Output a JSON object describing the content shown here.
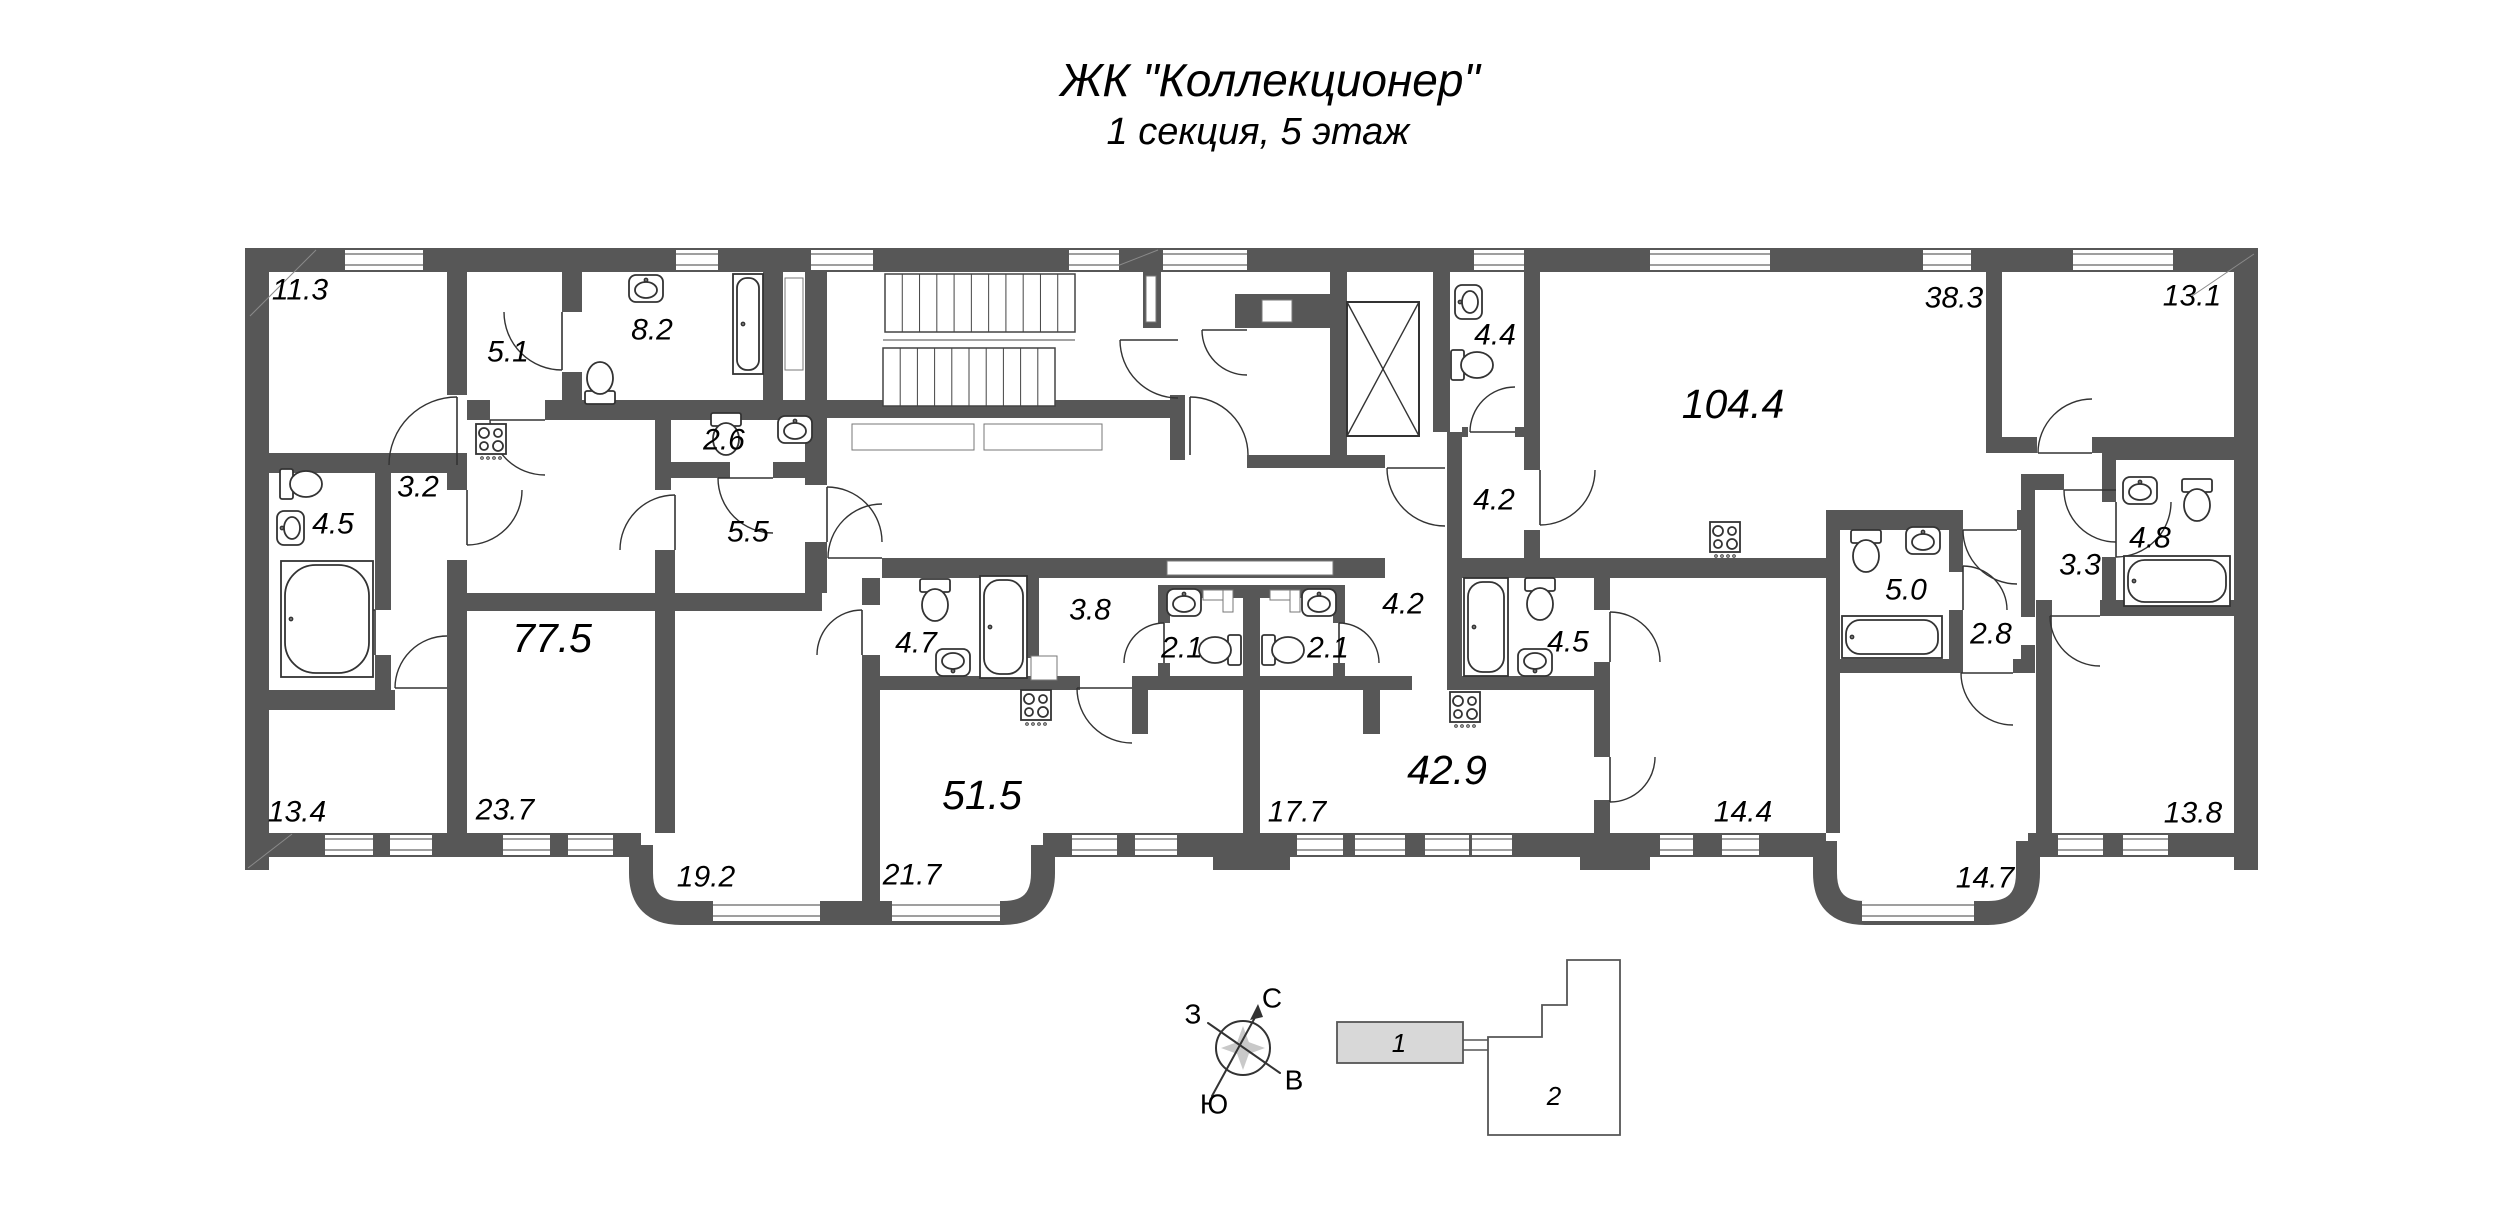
{
  "title": {
    "line1": "ЖК \"Коллекционер\"",
    "line2": "1 секция, 5 этаж"
  },
  "floor_plan": {
    "apartments": [
      {
        "total_area": "77.5",
        "room_areas": [
          "11.3",
          "5.1",
          "8.2",
          "2.6",
          "3.2",
          "4.5",
          "5.5",
          "13.4",
          "23.7"
        ]
      },
      {
        "total_area": "51.5",
        "room_areas": [
          "4.7",
          "3.8",
          "2.1",
          "19.2",
          "21.7"
        ]
      },
      {
        "total_area": "42.9",
        "room_areas": [
          "2.1",
          "4.2",
          "4.5",
          "17.7",
          "14.4"
        ]
      },
      {
        "total_area": "104.4",
        "room_areas": [
          "4.4",
          "4.2",
          "38.3",
          "13.1",
          "5.0",
          "2.8",
          "3.3",
          "4.8",
          "14.7",
          "13.8"
        ]
      }
    ]
  },
  "compass": {
    "north": "С",
    "south": "Ю",
    "west": "З",
    "east": "В"
  },
  "key_plan": {
    "section_1": "1",
    "section_2": "2"
  },
  "colors": {
    "wall": "#575757",
    "line": "#333333",
    "keyplan_fill": "#d8d8d8"
  }
}
